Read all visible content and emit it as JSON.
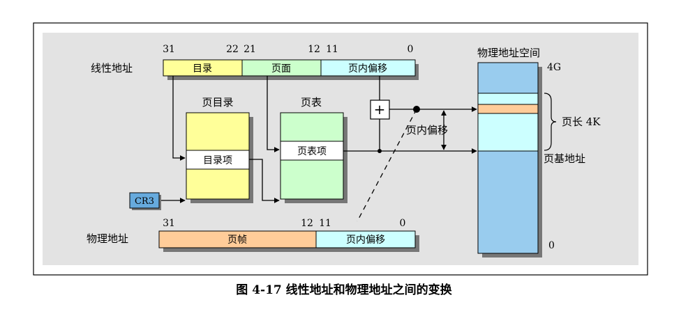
{
  "caption": "图 4-17 线性地址和物理地址之间的变换",
  "linear_address": {
    "label": "线性地址",
    "bits": {
      "b31": "31",
      "b22": "22",
      "b21": "21",
      "b12": "12",
      "b11": "11",
      "b0": "0"
    },
    "fields": {
      "directory": "目录",
      "page": "页面",
      "offset": "页内偏移"
    }
  },
  "page_directory": {
    "title": "页目录",
    "entry": "目录项"
  },
  "page_table": {
    "title": "页表",
    "entry": "页表项"
  },
  "cr3": "CR3",
  "adder": "+",
  "offset_arrow_label": "页内偏移",
  "physical_address": {
    "label": "物理地址",
    "bits": {
      "b31": "31",
      "b12": "12",
      "b11": "11",
      "b0": "0"
    },
    "fields": {
      "frame": "页帧",
      "offset": "页内偏移"
    }
  },
  "physical_space": {
    "title": "物理地址空间",
    "top": "4G",
    "bottom": "0",
    "page_size": "页长 4K",
    "page_base": "页基地址"
  },
  "colors": {
    "background": "#e3e3e3",
    "yellow": "#ffff99",
    "green": "#ccffcc",
    "light_blue": "#ccffff",
    "blue": "#99ccee",
    "orange": "#ffcc99",
    "cr3": "#66aadd"
  }
}
